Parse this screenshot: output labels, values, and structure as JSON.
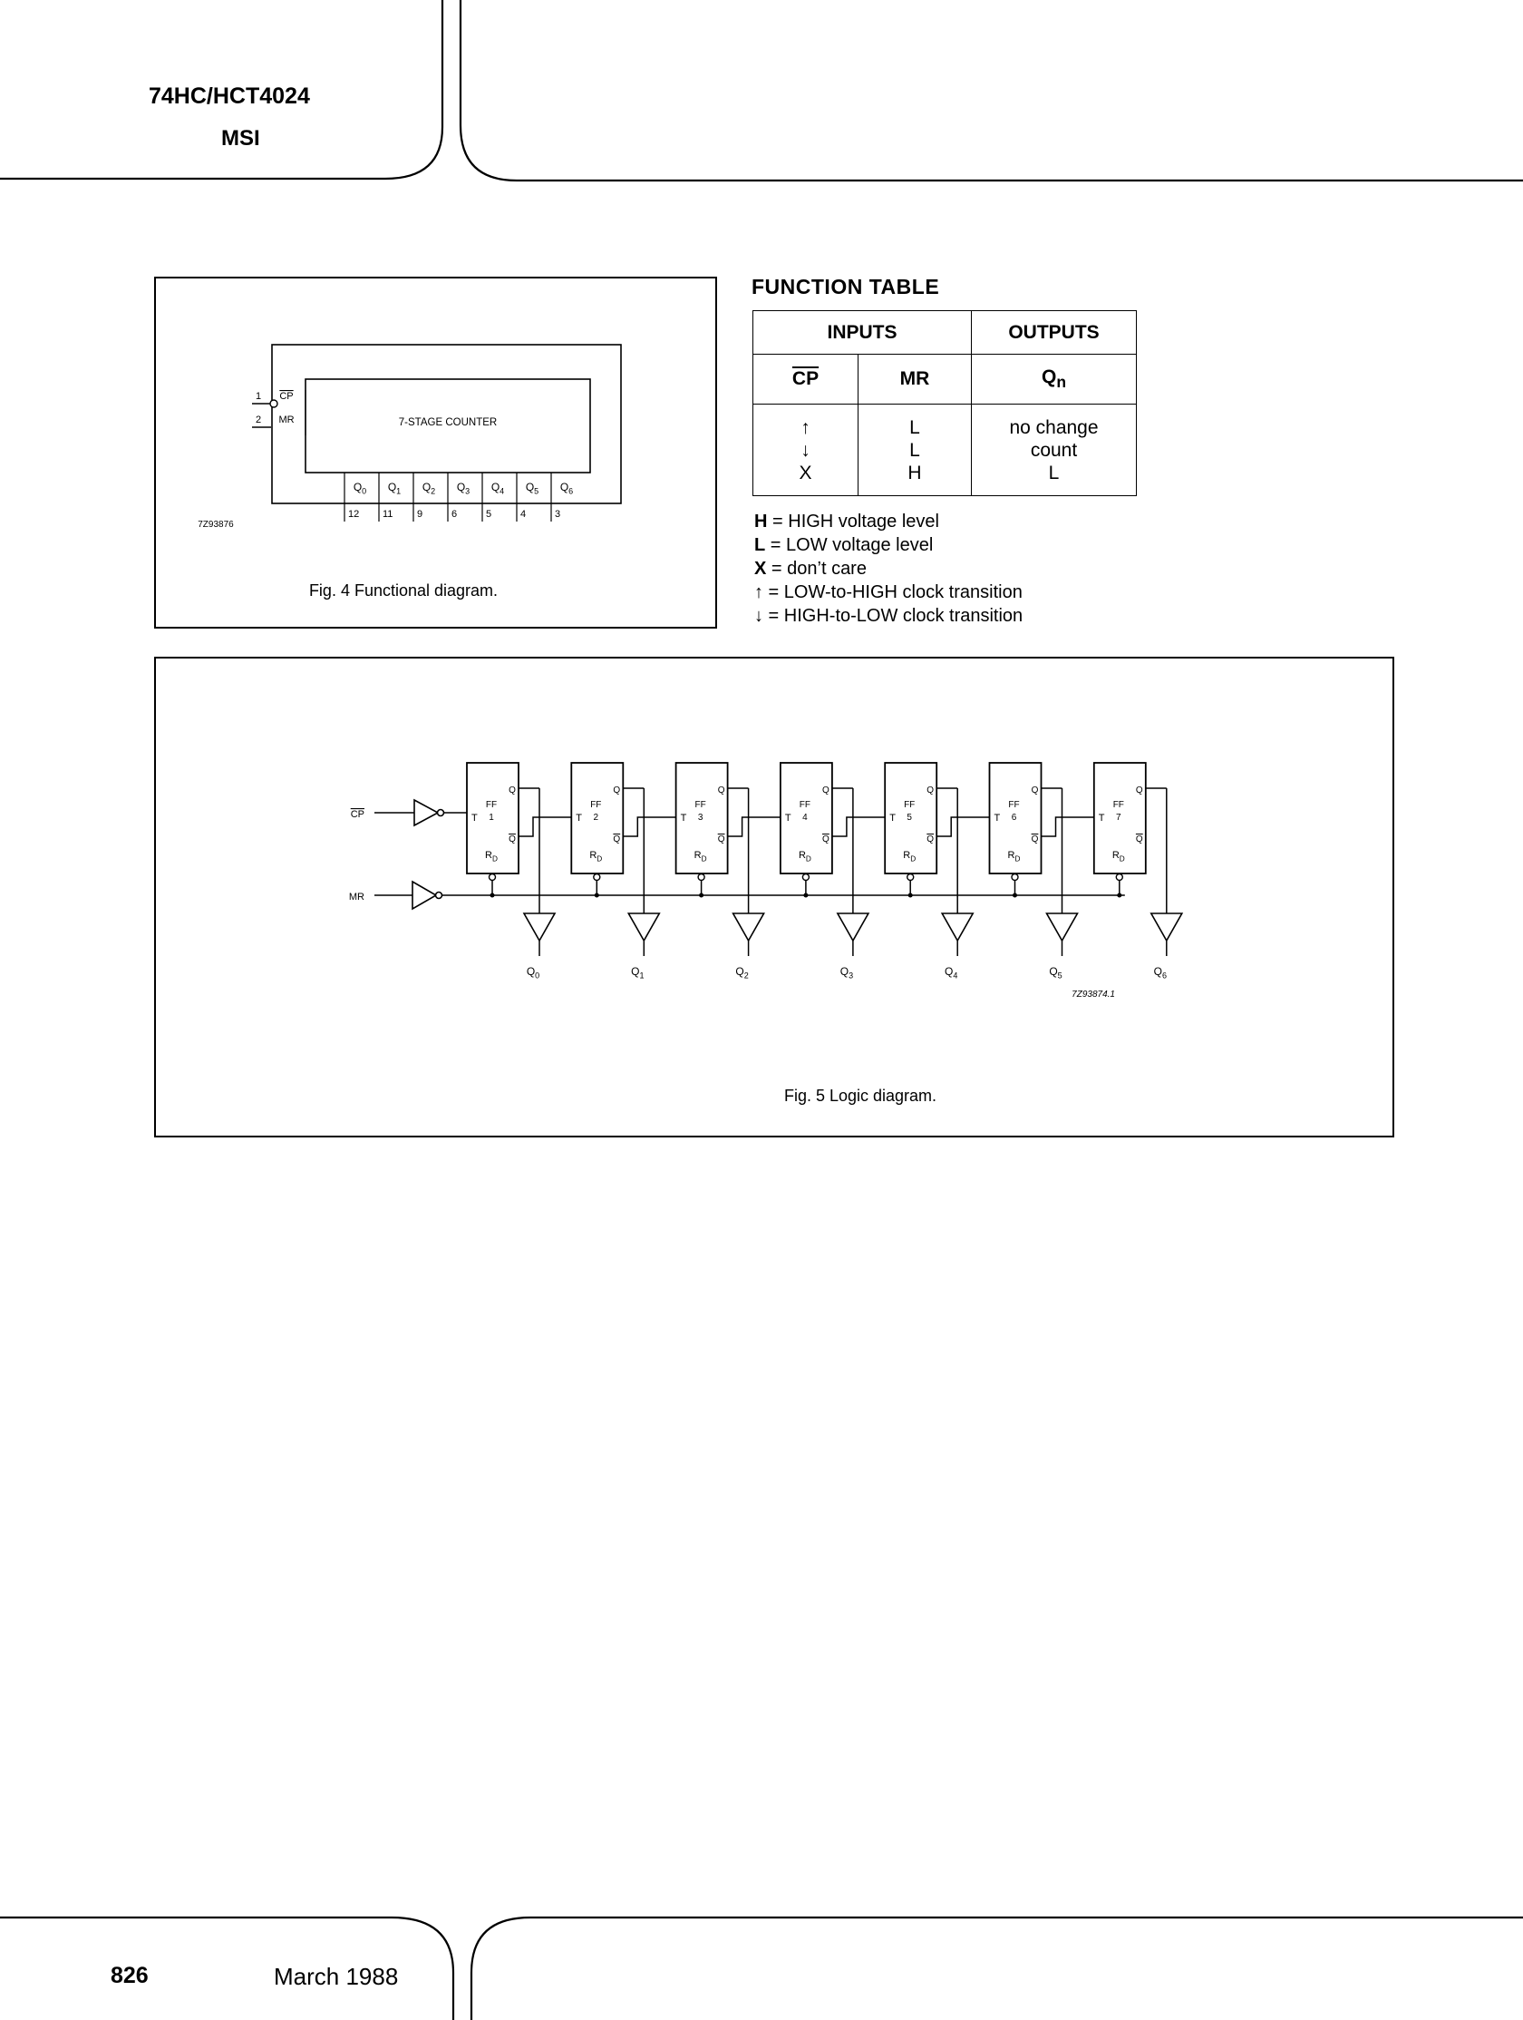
{
  "header": {
    "part_number": "74HC/HCT4024",
    "type": "MSI"
  },
  "figure4": {
    "caption": "Fig. 4  Functional diagram.",
    "counter_label": "7-STAGE COUNTER",
    "input_pins": [
      {
        "pin": "1",
        "name": "CP"
      },
      {
        "pin": "2",
        "name": "MR"
      }
    ],
    "outputs": [
      {
        "base": "Q",
        "sub": "0",
        "pin": "12"
      },
      {
        "base": "Q",
        "sub": "1",
        "pin": "11"
      },
      {
        "base": "Q",
        "sub": "2",
        "pin": "9"
      },
      {
        "base": "Q",
        "sub": "3",
        "pin": "6"
      },
      {
        "base": "Q",
        "sub": "4",
        "pin": "5"
      },
      {
        "base": "Q",
        "sub": "5",
        "pin": "4"
      },
      {
        "base": "Q",
        "sub": "6",
        "pin": "3"
      }
    ],
    "code": "7Z93876"
  },
  "function_table": {
    "title": "FUNCTION TABLE",
    "group_inputs": "INPUTS",
    "group_outputs": "OUTPUTS",
    "col_cp": "CP",
    "col_mr": "MR",
    "col_q_base": "Q",
    "col_q_sub": "n",
    "rows": [
      {
        "cp": "↑",
        "mr": "L",
        "q": "no change"
      },
      {
        "cp": "↓",
        "mr": "L",
        "q": "count"
      },
      {
        "cp": "X",
        "mr": "H",
        "q": "L"
      }
    ]
  },
  "legend": [
    {
      "sym": "H",
      "text": " = HIGH voltage level"
    },
    {
      "sym": "L",
      "text": " = LOW voltage level"
    },
    {
      "sym": "X",
      "text": " = don’t care"
    },
    {
      "sym": "↑",
      "text": " = LOW-to-HIGH clock transition"
    },
    {
      "sym": "↓",
      "text": " = HIGH-to-LOW clock transition"
    }
  ],
  "figure5": {
    "caption": "Fig. 5  Logic diagram.",
    "input_cp": "CP",
    "input_mr": "MR",
    "ff_label": "FF",
    "t_label": "T",
    "q_label": "Q",
    "qbar_label": "Q",
    "rd_base": "R",
    "rd_sub": "D",
    "stages": [
      "1",
      "2",
      "3",
      "4",
      "5",
      "6",
      "7"
    ],
    "outputs": [
      {
        "base": "Q",
        "sub": "0"
      },
      {
        "base": "Q",
        "sub": "1"
      },
      {
        "base": "Q",
        "sub": "2"
      },
      {
        "base": "Q",
        "sub": "3"
      },
      {
        "base": "Q",
        "sub": "4"
      },
      {
        "base": "Q",
        "sub": "5"
      },
      {
        "base": "Q",
        "sub": "6"
      }
    ],
    "code": "7Z93874.1"
  },
  "footer": {
    "page": "826",
    "date": "March 1988"
  }
}
